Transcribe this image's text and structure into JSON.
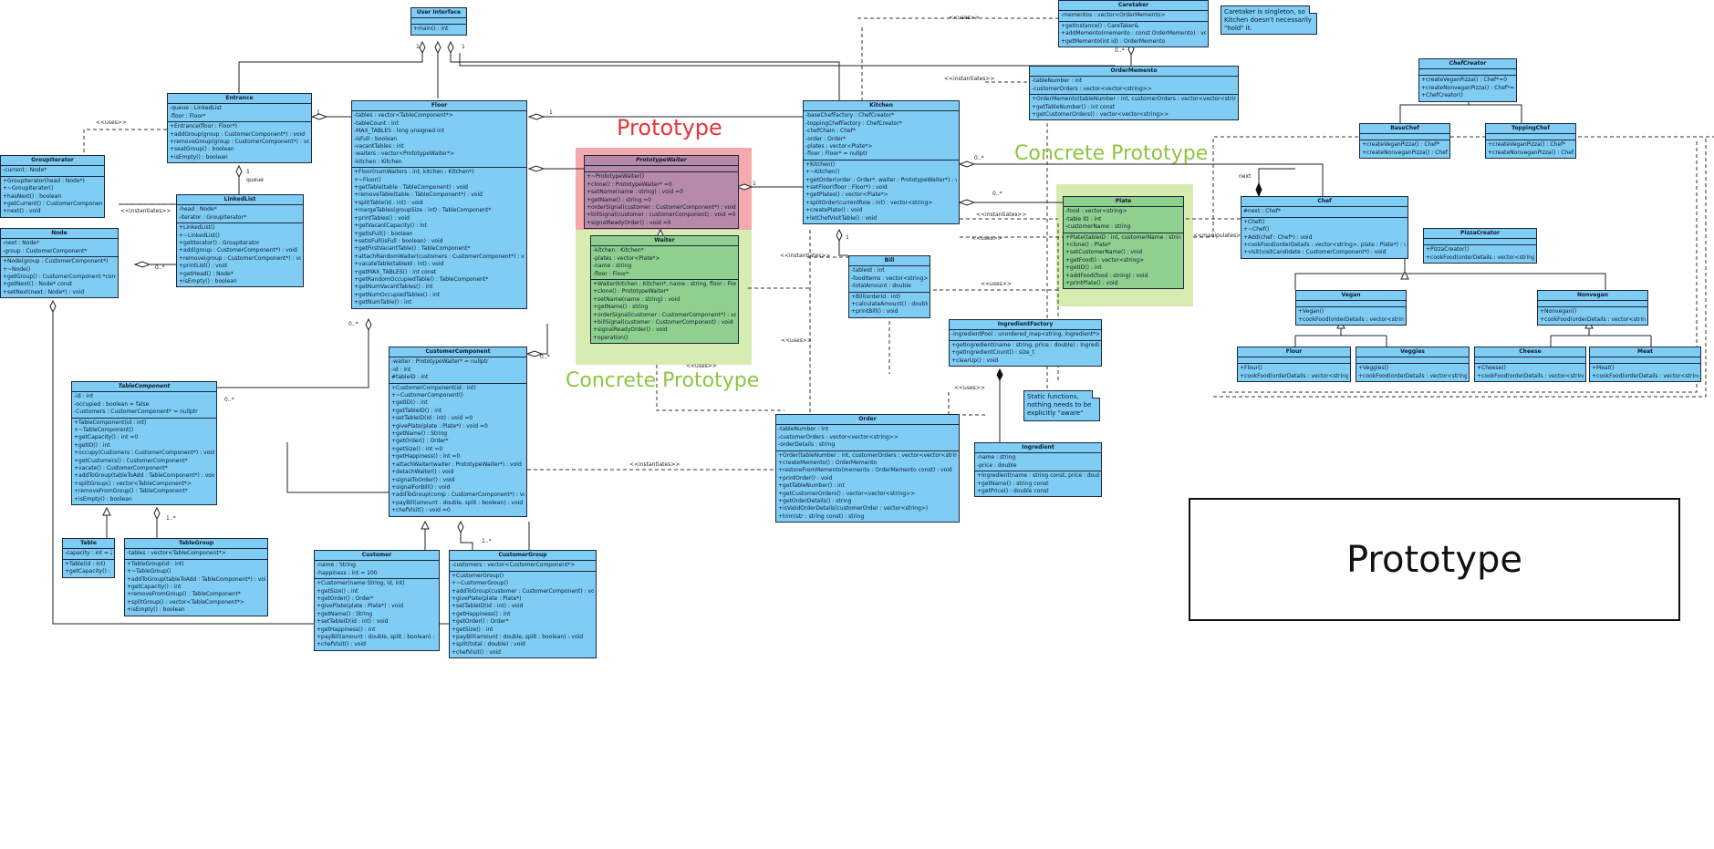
{
  "labels": {
    "prototype_red": "Prototype",
    "concrete_prototype_right": "Concrete Prototype",
    "concrete_prototype_bottom": "Concrete Prototype",
    "frame_title": "Prototype"
  },
  "notes": {
    "caretaker_note": "Caretaker is singleton, so Kitchen doesn't necessarily \"hold\" it.",
    "static_note": "Static functions, nothing needs to be explicitly \"aware\""
  },
  "stereotypes": {
    "uses": "<<uses>>",
    "instantiates": "<<instantiates>>",
    "manipulates": "<<manipulates>>"
  },
  "multiplicities": {
    "one": "1",
    "zero_many": "0..*",
    "one_many": "1..*",
    "queue": "queue",
    "next": "next"
  },
  "colors": {
    "class_fill": "#7fccf4",
    "prototype_highlight": "#f5a9ad",
    "concrete_highlight": "#d6ecb0",
    "prototype_text": "#e8343a",
    "concrete_text": "#8cc63f"
  },
  "classes": {
    "user_interface": {
      "name": "User Interface",
      "attrs": [],
      "methods": [
        "+main() : int"
      ]
    },
    "entrance": {
      "name": "Entrance",
      "attrs": [
        "-queue : LinkedList",
        "-floor : Floor*"
      ],
      "methods": [
        "+Entrance(floor : Floor*)",
        "+addGroup(group : CustomerComponent*) : void",
        "+removeGroup(group : CustomerComponent*) : void",
        "+seatGroup() : boolean",
        "+isEmpty() : boolean"
      ]
    },
    "group_iterator": {
      "name": "GroupIterator",
      "attrs": [
        "-current : Node*"
      ],
      "methods": [
        "+GroupIterator(head : Node*)",
        "+~GroupIterator()",
        "+hasNext() : boolean",
        "+getCurrent() : CustomerComponent*",
        "+next() : void"
      ]
    },
    "linked_list": {
      "name": "LinkedList",
      "attrs": [
        "-head : Node*",
        "-iterator : GroupIterator*"
      ],
      "methods": [
        "+LinkedList()",
        "+~LinkedList()",
        "+getIterator() : GroupIterator",
        "+add(group : CustomerComponent*) : void",
        "+remove(group : CustomerComponent*) : void",
        "+printList() : void",
        "+getHead() : Node*",
        "+isEmpty() : boolean"
      ]
    },
    "node": {
      "name": "Node",
      "attrs": [
        "-next : Node*",
        "-group : CustomerComponent*"
      ],
      "methods": [
        "+Node(group : CustomerComponent*)",
        "+~Node()",
        "+getGroup() : CustomerComponent *const",
        "+getNext() : Node* const",
        "+setNext(next : Node*) : void"
      ]
    },
    "floor": {
      "name": "Floor",
      "attrs": [
        "-tables : vector<TableComponent*>",
        "-tableCount : int",
        "-MAX_TABLES : long unsigned int",
        "-isFull : boolean",
        "-vacantTables : int",
        "-waiters : vector<PrototypeWaiter*>",
        "-kitchen : Kitchen"
      ],
      "methods": [
        "+Floor(numWaiters : int, kitchen : Kitchen*)",
        "+~Floor()",
        "+getTable(table : TableComponent) : void",
        "+removeTable(table : TableComponent*) : void",
        "+splitTable(id : int) : void",
        "+mergeTables(groupSize : int) : TableComponent*",
        "+printTables() : void",
        "+getVacantCapacity() : int",
        "+getIsFull() : boolean",
        "+setIsFull(isFull : boolean) : void",
        "+getFirstVacantTable() : TableComponent*",
        "+attachRandomWaiter(customers : CustomerComponent*) : void",
        "+vacateTable(tableId : int) : void",
        "+getMAX_TABLES() : int const",
        "+getRandomOccupiedTable() : TableComponent*",
        "+getNumVacantTables() : int",
        "+getNumOccupiedTables() : int",
        "+getNumTable() : int"
      ]
    },
    "prototype_waiter": {
      "name": "PrototypeWaiter",
      "attrs": [],
      "methods": [
        "+~PrototypeWaiter()",
        "+clone() : PrototypeWaiter* =0",
        "+setName(name : string) : void =0",
        "+getName() : string =0",
        "+orderSignal(customer : CustomerComponent*) : void =0",
        "+billSignal(customer : customerComponent) : void =0",
        "+signalReadyOrder() : void =0"
      ]
    },
    "waiter": {
      "name": "Waiter",
      "attrs": [
        "-kitchen : Kitchen*",
        "-plates : vector<Plate*>",
        "-name : string",
        "-floor : Floor*"
      ],
      "methods": [
        "+Waiter(kitchen : Kitchen*, name : string, floor : Floor*)",
        "+clone() : PrototypeWaiter*",
        "+setName(name : string) : void",
        "+getName() : string",
        "+orderSignal(customer : CustomerComponent*) : void",
        "+billSignal(customer : CustomerComponent) : void",
        "+signalReadyOrder() : void",
        "+operation()"
      ]
    },
    "kitchen": {
      "name": "Kitchen",
      "attrs": [
        "-baseChefFactory : ChefCreator*",
        "-toppingChefFactory : ChefCreator*",
        "-chefChain : Chef*",
        "-order : Order*",
        "-plates : vector<Plate*>",
        "-floor : Floor* = nullptr"
      ],
      "methods": [
        "+Kitchen()",
        "+~Kitchen()",
        "+getOrder(order : Order*, waiter : PrototypeWaiter*) : void",
        "+setFloor(floor : Floor*) : void",
        "+getPlates() : vector<Plate*>",
        "+splitOrder(currentRow : int) : vector<string>",
        "+createPlate() : void",
        "+letChefVisitTable() : void"
      ]
    },
    "caretaker": {
      "name": "Caretaker",
      "attrs": [
        "-mementos : vector<OrderMemento>"
      ],
      "methods": [
        "+getInstance() : CareTaker&",
        "+addMemento(memento : const OrderMemento) : void",
        "+getMemento(int id) : OrderMemento"
      ]
    },
    "order_memento": {
      "name": "OrderMemento",
      "attrs": [
        "-tableNumber : int",
        "-customerOrders : vector<vector<string>>"
      ],
      "methods": [
        "+OrderMemento(tableNumber : int, customerOrders : vector<vector<string>>)",
        "+getTableNumber() : int const",
        "+getCustomerOrders() : vector<vector<string>>"
      ]
    },
    "chef_creator": {
      "name": "ChefCreator",
      "attrs": [],
      "methods": [
        "+createVeganPizza() : Chef*=0",
        "+createNonveganPizza() : Chef*=0",
        "+ChefCreator()"
      ]
    },
    "base_chef": {
      "name": "BaseChef",
      "attrs": [],
      "methods": [
        "+createVeganPizza() : Chef*",
        "+createNonveganPizza() : Chef*"
      ]
    },
    "topping_chef": {
      "name": "ToppingChef",
      "attrs": [],
      "methods": [
        "+createVeganPizza() : Chef*",
        "+createNonveganPizza() : Chef*"
      ]
    },
    "plate": {
      "name": "Plate",
      "attrs": [
        "-food : vector<string>",
        "-table ID : int",
        "-customerName : string"
      ],
      "methods": [
        "+Plate(tableID : int, customerName : string)",
        "+clone() : Plate*",
        "+setCustomerName() : void",
        "+getFood() : vector<string>",
        "+getID() : int",
        "+addFood(food : string) : void",
        "+printPlate() : void"
      ]
    },
    "chef": {
      "name": "Chef",
      "attrs": [
        "#next : Chef*"
      ],
      "methods": [
        "+Chef()",
        "+~Chef()",
        "+Add(chef : Chef*) : void",
        "+cookFood(orderDetails : vector<string>, plate : Plate*) : void",
        "+visit(visitCandidate : CustomerComponent*) : void"
      ]
    },
    "pizza_creator": {
      "name": "PizzaCreator",
      "attrs": [],
      "methods": [
        "+PizzaCreator()",
        "+cookFood(orderDetails : vector<string>)"
      ]
    },
    "vegan": {
      "name": "Vegan",
      "attrs": [],
      "methods": [
        "+Vegan()",
        "+cookFood(orderDetails : vector<string>)"
      ]
    },
    "nonvegan": {
      "name": "Nonvegan",
      "attrs": [],
      "methods": [
        "+Nonvegan()",
        "+cookFood(orderDetails : vector<string>)"
      ]
    },
    "flour": {
      "name": "Flour",
      "attrs": [],
      "methods": [
        "+Flour()",
        "+cookFood(orderDetails : vector<string>)"
      ]
    },
    "veggies": {
      "name": "Veggies",
      "attrs": [],
      "methods": [
        "+Veggies()",
        "+cookFood(orderDetails : vector<string>)"
      ]
    },
    "cheese": {
      "name": "Cheese",
      "attrs": [],
      "methods": [
        "+Cheese()",
        "+cookFood(orderDetails : vector<string>)"
      ]
    },
    "meat": {
      "name": "Meat",
      "attrs": [],
      "methods": [
        "+Meat()",
        "+cookFood(orderDetails : vector<string>)"
      ]
    },
    "bill": {
      "name": "Bill",
      "attrs": [
        "-tableId : int",
        "-foodItems : vector<string>",
        "-totalAmount : double"
      ],
      "methods": [
        "+Bill(orderId : int)",
        "+calculateAmount() : double",
        "+printBill() : void"
      ]
    },
    "ingredient_factory": {
      "name": "IngredientFactory",
      "attrs": [
        "-ingredientPool : unordered_map<string, Ingredient*>"
      ],
      "methods": [
        "+getIngredient(name : string, price : double) : Ingredient*",
        "+getIngredientCount() : size_t",
        "+clearUp() : void"
      ]
    },
    "ingredient": {
      "name": "Ingredient",
      "attrs": [
        "-name : string",
        "-price : double"
      ],
      "methods": [
        "+Ingredient(name : string const, price : double)",
        "+getName() : string const",
        "+getPrice() : double const"
      ]
    },
    "order": {
      "name": "Order",
      "attrs": [
        "-tableNumber : int",
        "-customerOrders : vector<vector<string>>",
        "-orderDetails : string"
      ],
      "methods": [
        "+Order(tableNumber : int, customerOrders : vector<vector<string>>)",
        "+createMemento() : OrderMemento",
        "+restoreFromMemento(memento : OrderMemento const) : void",
        "+printOrder() : void",
        "+getTableNumber() : int",
        "+getCustomerOrders() : vector<vector<string>>",
        "+getOrderDetails() : string",
        "+isValidOrderDetails(customerOrder : vector<string>)",
        "+trim(str : string const) : string"
      ]
    },
    "customer_component": {
      "name": "CustomerComponent",
      "attrs": [
        "-waiter : PrototypeWaiter* = nullptr",
        "-id : int",
        "#tableID : int"
      ],
      "methods": [
        "+CustomerComponent(id : int)",
        "+~CustomerComponent()",
        "+getID() : int",
        "+getTableID() : int",
        "+setTableID(id : int) : void =0",
        "+givePlate(plate : Plate*) : void =0",
        "+getName() : String",
        "+getOrder() : Order*",
        "+getSize() : int =0",
        "+getHappiness() : int =0",
        "+attachWaiter(waiter : PrototypeWaiter*) : void",
        "+detachWaiter() : void",
        "+signalToOrder() : void",
        "+signalForBill() : void",
        "+addToGroup(comp : CustomerComponent*) : void",
        "+payBill(amount : double, split : boolean) : void =0",
        "+chefVisit() : void =0"
      ]
    },
    "table_component": {
      "name": "TableComponent",
      "attrs": [
        "-id : int",
        "-occupied : boolean = false",
        "-Customers : CustomerComponent* = nullptr"
      ],
      "methods": [
        "+TableComponent(id : int)",
        "+~TableComponent()",
        "+getCapacity() : int =0",
        "+getID() : int",
        "+occupy(Customers : CustomerComponent*) : void",
        "+getCustomers() : CustomerComponent*",
        "+vacate() : CustomerComponent*",
        "+addToGroup(tableToAdd : TableComponent*) : void",
        "+splitGroup() : vector<TableComponent*>",
        "+removeFromGroup() : TableComponent*",
        "+isEmpty() : boolean"
      ]
    },
    "table": {
      "name": "Table",
      "attrs": [
        "-capacity : int = 2"
      ],
      "methods": [
        "+Table(id : int)",
        "+getCapacity() : int"
      ]
    },
    "table_group": {
      "name": "TableGroup",
      "attrs": [
        "-tables : vector<TableComponent*>"
      ],
      "methods": [
        "+TableGroup(id : int)",
        "+~TableGroup()",
        "+addToGroup(tableToAdd : TableComponent*) : void",
        "+getCapacity() : int",
        "+removeFromGroup() : TableComponent*",
        "+splitGroup() : vector<TableComponent*>",
        "+isEmpty() : boolean"
      ]
    },
    "customer": {
      "name": "Customer",
      "attrs": [
        "-name : String",
        "-happiness : int = 100"
      ],
      "methods": [
        "+Customer(name String, id, int)",
        "+getSize() : int",
        "+getOrder() : Order*",
        "+givePlate(plate : Plate*) : void",
        "+getName() : String",
        "+setTableID(id : int) : void",
        "+getHappiness() : int",
        "+payBill(amount : double, split : boolean) : void",
        "+chefVisit() : void"
      ]
    },
    "customer_group": {
      "name": "CustomerGroup",
      "attrs": [
        "-customers : vector<CustomerComponent*>"
      ],
      "methods": [
        "+CustomerGroup()",
        "+~CustomerGroup()",
        "+addToGroup(customer : CustomerComponent) : void",
        "+givePlate(plate : Plate*)",
        "+setTableID(id : int) : void",
        "+getHappiness() : int",
        "+getOrder() : Order*",
        "+getSize() : int",
        "+payBill(amount : double, split : boolean) : void",
        "+split(total : double) : void",
        "+chefVisit() : void"
      ]
    }
  }
}
